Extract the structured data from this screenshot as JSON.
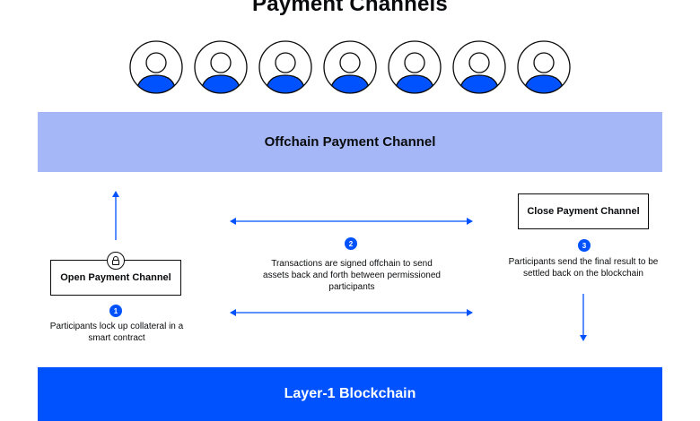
{
  "title": "Payment Channels",
  "participants": [
    {
      "icon": "person-icon"
    },
    {
      "icon": "person-icon"
    },
    {
      "icon": "person-icon"
    },
    {
      "icon": "person-icon"
    },
    {
      "icon": "person-icon"
    },
    {
      "icon": "person-icon"
    },
    {
      "icon": "person-icon"
    }
  ],
  "offchain_label": "Offchain Payment Channel",
  "layer1_label": "Layer-1 Blockchain",
  "open_box": {
    "label": "Open Payment Channel",
    "icon": "lock-icon"
  },
  "close_box": {
    "label": "Close Payment Channel"
  },
  "steps": [
    {
      "number": "1",
      "text": "Participants lock up collateral in a smart contract"
    },
    {
      "number": "2",
      "text": "Transactions are signed offchain to send assets back and forth between permissioned participants"
    },
    {
      "number": "3",
      "text": "Participants send the final result to be settled back on the blockchain"
    }
  ],
  "colors": {
    "brand_blue": "#0052ff",
    "offchain_band": "#a5b7f6",
    "text": "#0a0b0d"
  }
}
